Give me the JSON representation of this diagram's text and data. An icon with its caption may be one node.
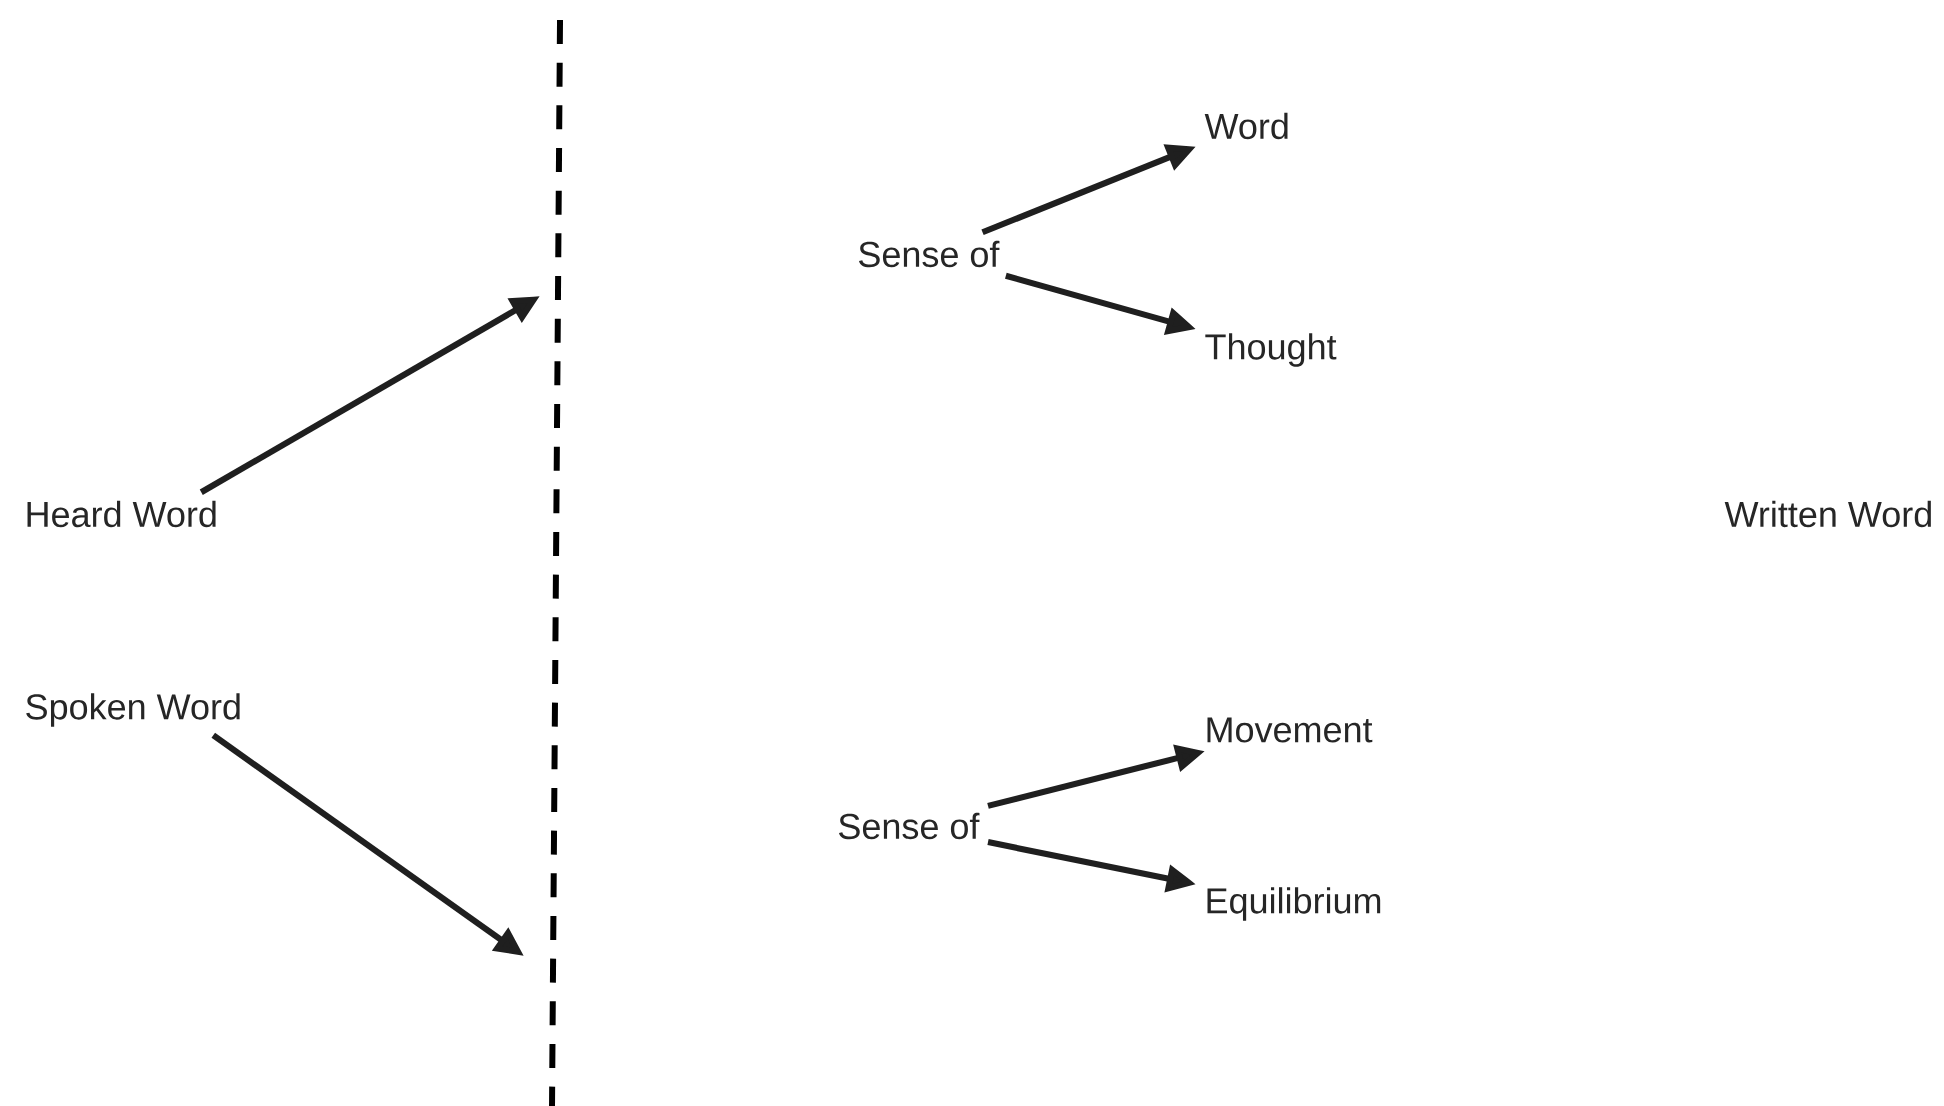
{
  "diagram": {
    "nodes": [
      {
        "text": [
          "Heard Word"
        ]
      },
      {
        "text": [
          "Spoken Word"
        ]
      },
      {
        "text": [
          "Sense of"
        ]
      },
      {
        "text": [
          "Word"
        ]
      },
      {
        "text": [
          "Thought"
        ]
      },
      {
        "text": [
          "Sense of"
        ]
      },
      {
        "text": [
          "Movement"
        ]
      },
      {
        "text": [
          "Equilibrium"
        ]
      },
      {
        "text": [
          "Written Word"
        ]
      }
    ],
    "edges": [
      {
        "from": 0,
        "to": null,
        "arrow": "to"
      },
      {
        "from": 1,
        "to": null,
        "arrow": "to"
      },
      {
        "from": 2,
        "to": 3,
        "arrow": "to"
      },
      {
        "from": 2,
        "to": 4,
        "arrow": "to"
      },
      {
        "from": 5,
        "to": 6,
        "arrow": "to"
      },
      {
        "from": 5,
        "to": 7,
        "arrow": "to"
      }
    ]
  }
}
